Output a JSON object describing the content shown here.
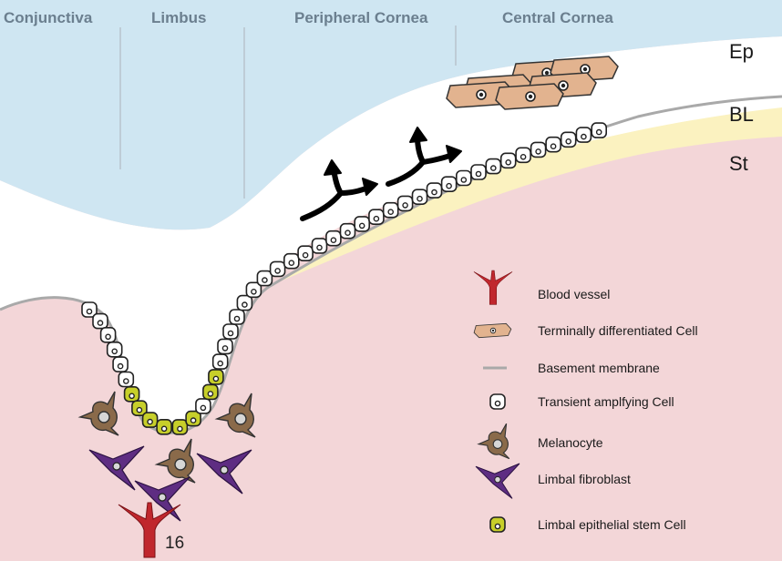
{
  "regions": [
    "Conjunctiva",
    "Limbus",
    "Peripheral Cornea",
    "Central Cornea"
  ],
  "layers": [
    "Ep",
    "BL",
    "St"
  ],
  "legend": [
    {
      "label": "Blood vessel",
      "icon": "blood-vessel-icon"
    },
    {
      "label": "Terminally differentiated Cell",
      "icon": "terminally-differentiated-cell-icon"
    },
    {
      "label": "Basement membrane",
      "icon": "basement-membrane-icon"
    },
    {
      "label": "Transient amplfying Cell",
      "icon": "transient-amplifying-cell-icon"
    },
    {
      "label": "Melanocyte",
      "icon": "melanocyte-icon"
    },
    {
      "label": "Limbal fibroblast",
      "icon": "limbal-fibroblast-icon"
    },
    {
      "label": "Limbal epithelial stem Cell",
      "icon": "limbal-stem-cell-icon"
    }
  ],
  "page_number": "16",
  "colors": {
    "tear_film": "#cfe6f2",
    "stroma": "#f3d6d8",
    "bowman_layer": "#fbf2c0",
    "membrane": "#a9a9a9",
    "differentiated_cell": "#e2b38f",
    "melanocyte": "#8a6a4a",
    "fibroblast": "#5e2d82",
    "stem_cell": "#c7cf2a",
    "blood_vessel": "#c0272d"
  }
}
